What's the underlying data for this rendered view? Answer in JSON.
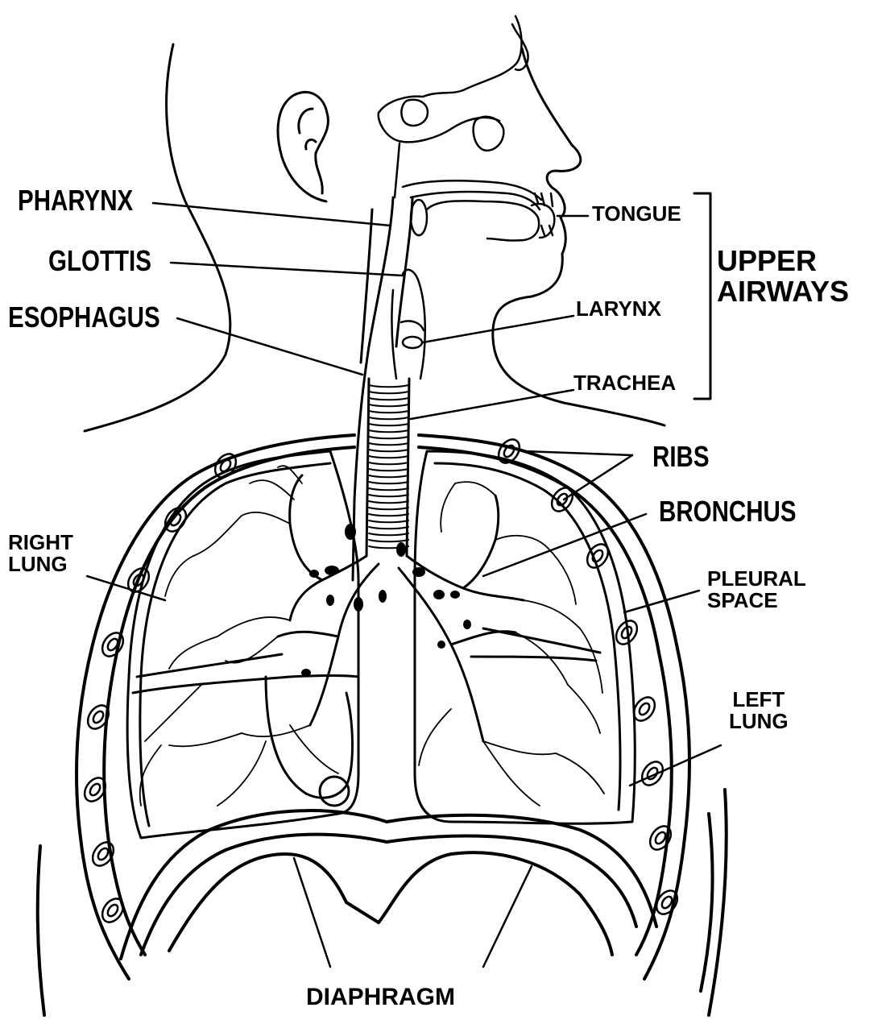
{
  "labels": {
    "pharynx": "PHARYNX",
    "glottis": "GLOTTIS",
    "esophagus": "ESOPHAGUS",
    "tongue": "TONGUE",
    "upper_airways": [
      "UPPER",
      "AIRWAYS"
    ],
    "larynx": "LARYNX",
    "trachea": "TRACHEA",
    "ribs": "RIBS",
    "bronchus": "BRONCHUS",
    "right_lung": [
      "RIGHT",
      "LUNG"
    ],
    "pleural_space": [
      "PLEURAL",
      "SPACE"
    ],
    "left_lung": [
      "LEFT",
      "LUNG"
    ],
    "diaphragm": "DIAPHRAGM"
  },
  "colors": {
    "ink": "#000000",
    "paper": "#ffffff"
  }
}
